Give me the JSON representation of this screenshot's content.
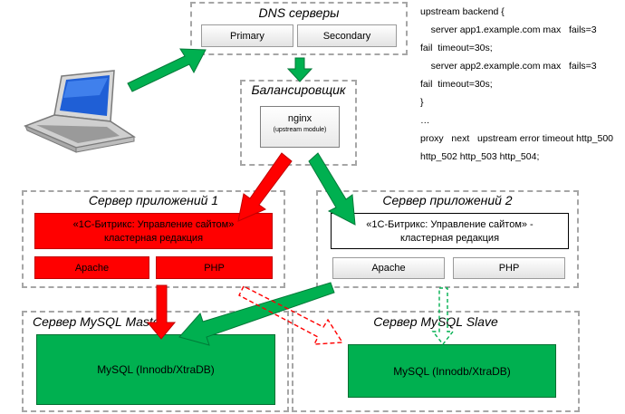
{
  "dns": {
    "title": "DNS серверы",
    "primary": "Primary",
    "secondary": "Secondary"
  },
  "balancer": {
    "title": "Балансировщик",
    "nginx": "nginx",
    "module": "(upstream module)"
  },
  "app1": {
    "title": "Сервер приложений 1",
    "bitrix_line1": "«1С-Битрикс: Управление сайтом»",
    "bitrix_line2": "кластерная редакция",
    "apache": "Apache",
    "php": "PHP"
  },
  "app2": {
    "title": "Сервер приложений 2",
    "bitrix_line1": "«1С-Битрикс: Управление сайтом» -",
    "bitrix_line2": "кластерная редакция",
    "apache": "Apache",
    "php": "PHP"
  },
  "mysql_master": {
    "title": "Сервер MySQL Master",
    "db": "MySQL (Innodb/XtraDB)"
  },
  "mysql_slave": {
    "title": "Сервер MySQL Slave",
    "db": "MySQL (Innodb/XtraDB)"
  },
  "config": {
    "lines": [
      "upstream backend {",
      "    server app1.example.com max   fails=3",
      "fail  timeout=30s;",
      "    server app2.example.com max   fails=3",
      "fail  timeout=30s;",
      "}",
      "…",
      "proxy   next   upstream error timeout http_500",
      "http_502 http_503 http_504;"
    ]
  },
  "colors": {
    "red": "#ff0000",
    "green": "#00b050",
    "gray_border": "#a6a6a6"
  },
  "icons": [
    "laptop-icon"
  ]
}
